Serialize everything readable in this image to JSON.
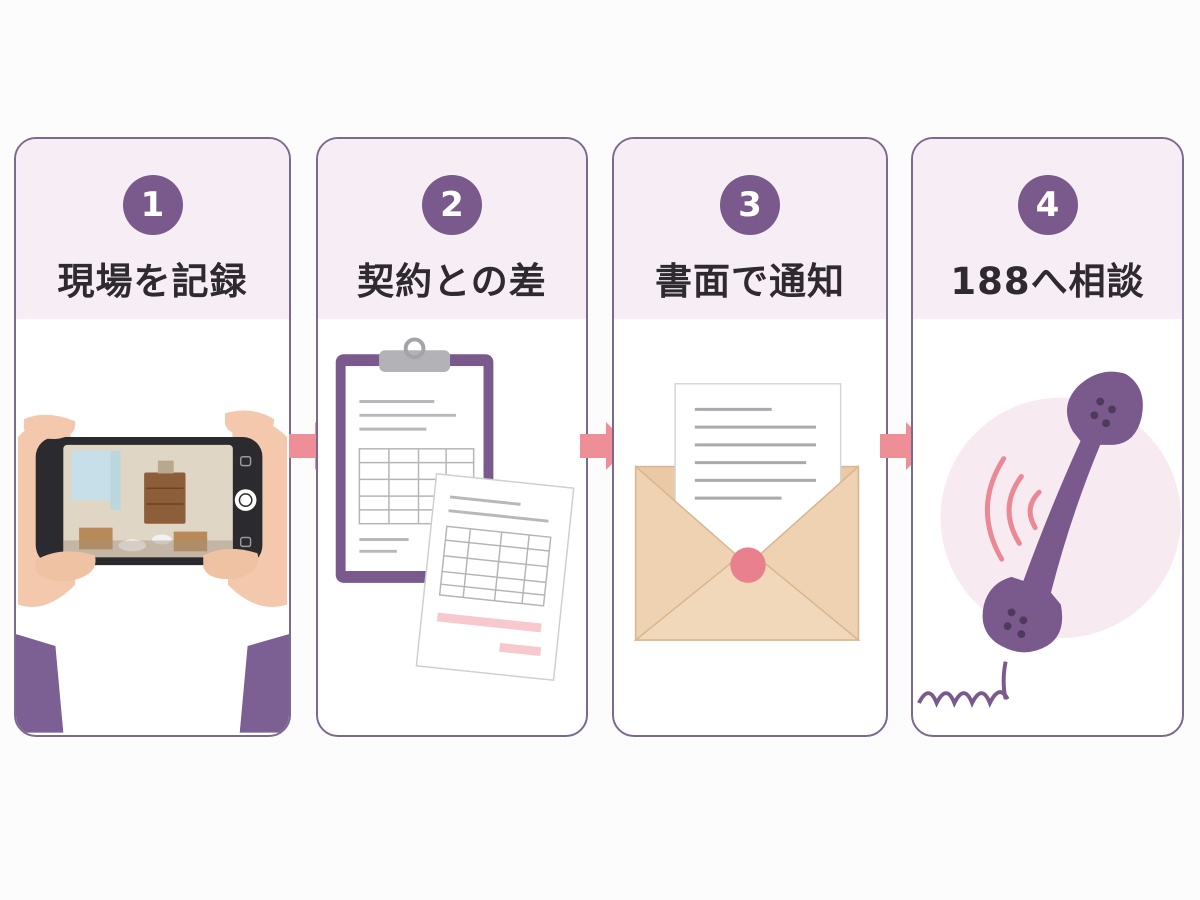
{
  "steps": [
    {
      "number": "1",
      "title": "現場を記録",
      "illustration": "smartphone-photo-icon"
    },
    {
      "number": "2",
      "title": "契約との差",
      "illustration": "clipboard-document-icon"
    },
    {
      "number": "3",
      "title": "書面で通知",
      "illustration": "envelope-letter-icon"
    },
    {
      "number": "4",
      "title": "188へ相談",
      "illustration": "telephone-handset-icon"
    }
  ],
  "colors": {
    "accent_purple": "#7a5a8c",
    "card_border": "#7b6a8f",
    "header_bg": "#f6eef4",
    "arrow_pink": "#ee8f98",
    "title_text": "#2e2a30"
  }
}
